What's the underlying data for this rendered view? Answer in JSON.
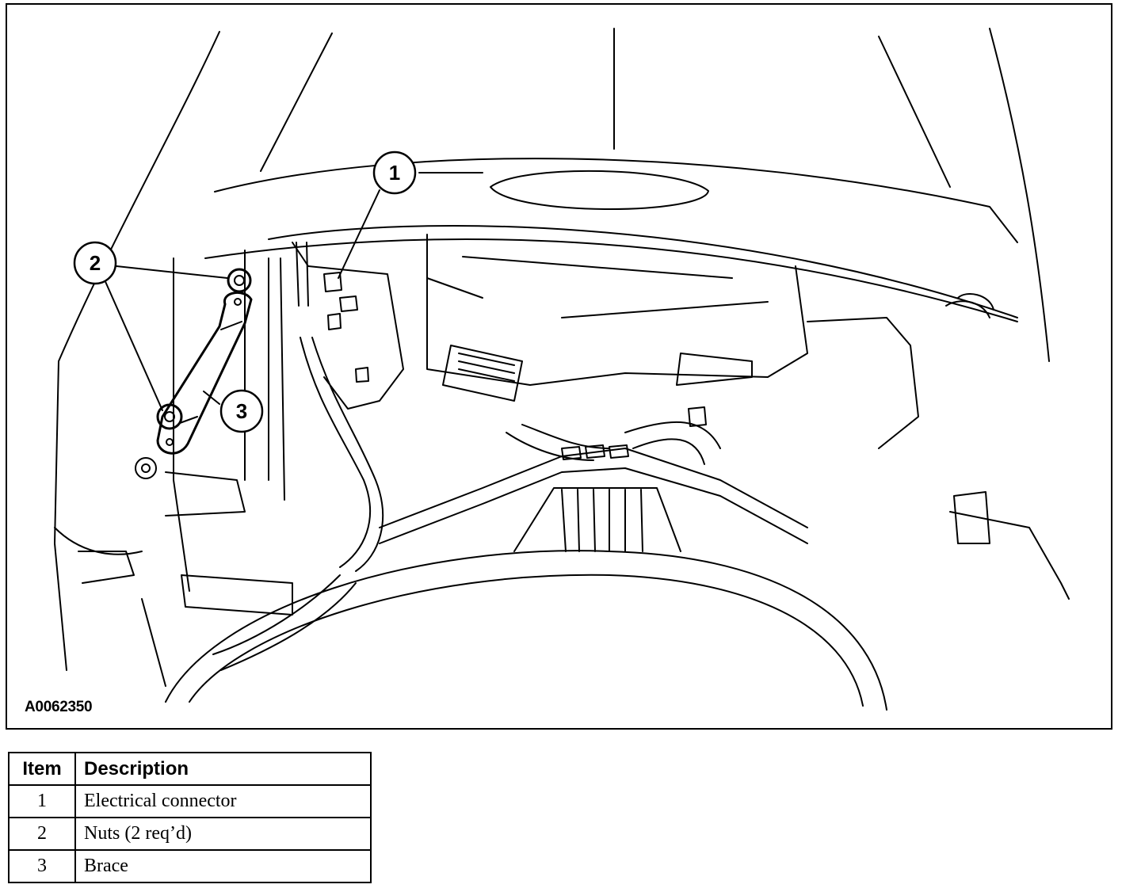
{
  "figure": {
    "id_label": "A0062350",
    "callouts": [
      {
        "number": "1"
      },
      {
        "number": "2"
      },
      {
        "number": "3"
      }
    ]
  },
  "legend": {
    "headers": {
      "item": "Item",
      "description": "Description"
    },
    "rows": [
      {
        "item": "1",
        "description": "Electrical connector"
      },
      {
        "item": "2",
        "description": "Nuts (2 req’d)"
      },
      {
        "item": "3",
        "description": "Brace"
      }
    ]
  }
}
